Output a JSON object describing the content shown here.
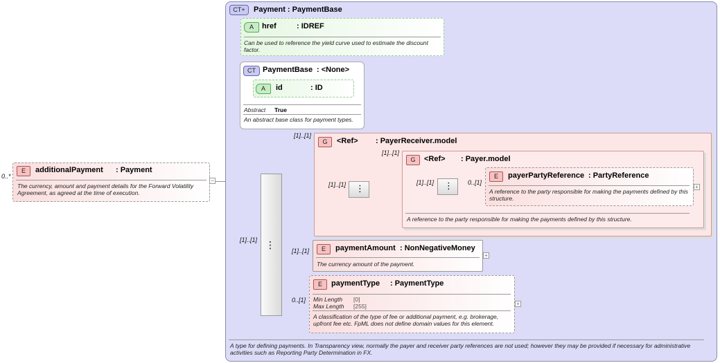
{
  "root_element": {
    "badge": "E",
    "name": "additionalPayment",
    "type": ": Payment",
    "multiplicity": "0..*",
    "description": "The currency, amount and payment details for the Forward Volatility Agreement, as agreed at the time of execution."
  },
  "payment_ct": {
    "badge": "CT",
    "title": "Payment : PaymentBase",
    "footer": "A type for defining payments. In Transparency view, normally the payer and receiver party references are not used; however they may be provided if necessary for administrative activities such as Reporting Party Determination in FX."
  },
  "href_attr": {
    "badge": "A",
    "name": "href",
    "type": ": IDREF",
    "description": "Can be used to reference the yield curve used to estimate the discount factor."
  },
  "paymentbase_ct": {
    "badge": "CT",
    "name": "PaymentBase",
    "type": ": <None>",
    "attr_badge": "A",
    "attr_name": "id",
    "attr_type": ": ID",
    "abstract_label": "Abstract",
    "abstract_value": "True",
    "description": "An abstract base class for payment types."
  },
  "sequence_mult": "[1]..[1]",
  "payer_receiver_group": {
    "badge": "G",
    "ref": "<Ref>",
    "name": ": PayerReceiver.model",
    "multiplicity": "[1]..[1]",
    "inner_seq_mult": "[1]..[1]"
  },
  "payer_group": {
    "badge": "G",
    "ref": "<Ref>",
    "name": ": Payer.model",
    "multiplicity": "[1]..[1]",
    "inner_seq_mult": "[1]..[1]",
    "description": "A reference to the party responsible for making the payments defined by this structure."
  },
  "payer_party_ref": {
    "badge": "E",
    "name": "payerPartyReference",
    "type": ": PartyReference",
    "multiplicity": "0..[1]",
    "description": "A reference to the party responsible for making the payments defined by this structure."
  },
  "payment_amount": {
    "badge": "E",
    "name": "paymentAmount",
    "type": ": NonNegativeMoney",
    "multiplicity": "[1]..[1]",
    "description": "The currency amount of the payment."
  },
  "payment_type": {
    "badge": "E",
    "name": "paymentType",
    "type": ": PaymentType",
    "multiplicity": "0..[1]",
    "min_label": "Min Length",
    "min_value": "[0]",
    "max_label": "Max Length",
    "max_value": "[255]",
    "description": "A classification of the type of fee or additional payment, e.g. brokerage, upfront fee etc. FpML does not define domain values for this element."
  },
  "colors": {
    "ct_bg": "#dcdcf8",
    "group_bg": "#fde6e6",
    "element_bg": "#fdf0f0",
    "attr_bg": "#eefbea"
  }
}
